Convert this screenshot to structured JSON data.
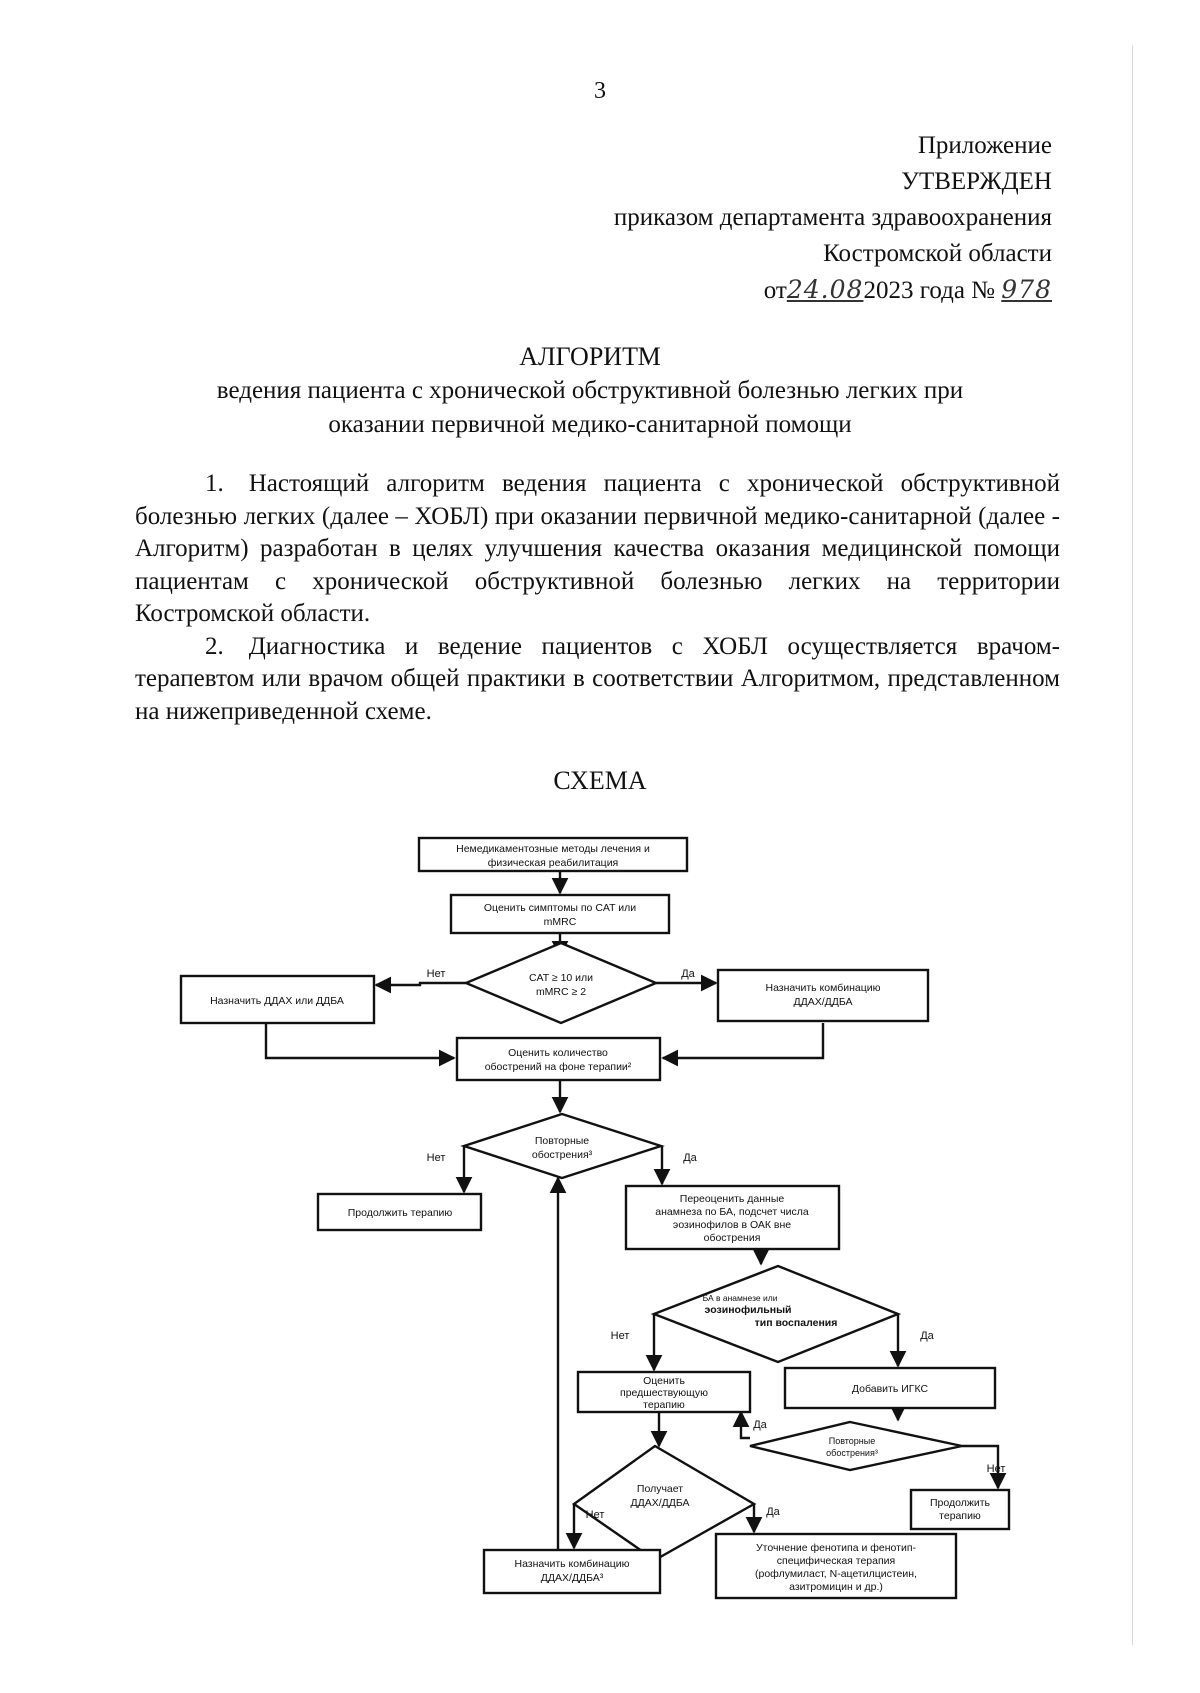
{
  "page_number": "3",
  "approval": {
    "line1": "Приложение",
    "line2": "УТВЕРЖДЕН",
    "line3": "приказом департамента здравоохранения",
    "line4": "Костромской области",
    "date_prefix": "от",
    "date_handwritten": "24.08",
    "date_suffix": "2023 года  №",
    "number_handwritten": "978"
  },
  "title": {
    "heading": "АЛГОРИТМ",
    "line1": "ведения пациента с хронической обструктивной болезнью легких при",
    "line2": "оказании первичной медико-санитарной помощи"
  },
  "paragraphs": [
    "1. Настоящий алгоритм ведения пациента с хронической обструктивной болезнью легких (далее – ХОБЛ) при оказании первичной медико-санитарной (далее - Алгоритм)  разработан в целях улучшения качества оказания медицинской помощи пациентам с хронической обструктивной болезнью легких на территории Костромской области.",
    "2. Диагностика и ведение пациентов с ХОБЛ осуществляется врачом-терапевтом или врачом общей практики в соответствии Алгоритмом, представленном на нижеприведенной схеме."
  ],
  "scheme_title": "СХЕМА",
  "flow": {
    "n1": [
      "Немедикаментозные методы лечения и",
      "физическая реабилитация"
    ],
    "n2": [
      "Оценить симптомы по CAT или",
      "mMRC"
    ],
    "d1": [
      "CAT ≥ 10 или",
      "mMRC ≥ 2"
    ],
    "n_left1": "Назначить ДДАХ или ДДБА",
    "n_right1": [
      "Назначить комбинацию",
      "ДДАХ/ДДБА"
    ],
    "n3": [
      "Оценить количество",
      "обострений на фоне терапии²"
    ],
    "d2": [
      "Повторные",
      "обострения³"
    ],
    "n_cont1": "Продолжить терапию",
    "n_reeval": [
      "Переоценить данные",
      "анамнеза по БА, подсчет числа",
      "эозинофилов в ОАК вне",
      "обострения"
    ],
    "d3": [
      "БА в анамнезе или",
      "эозино",
      "фильный",
      "тип воспаления"
    ],
    "d3_overlay": [
      "эозинофильный",
      "тип воспаления"
    ],
    "n_eval_prev": [
      "Оценить",
      "предшествующую",
      "терапию"
    ],
    "n_igks": "Добавить ИГКС",
    "d4": [
      "Повторные",
      "обострения³"
    ],
    "n_cont2": [
      "Продолжить",
      "терапию"
    ],
    "d5": [
      "Получает",
      "ДДАХ/ДДБА"
    ],
    "n_comb2": [
      "Назначить комбинацию",
      "ДДАХ/ДДБА³"
    ],
    "n_pheno": [
      "Уточнение фенотипа и фенотип-",
      "специфическая терапия",
      "(рофлумиласт, N-ацетилцистеин,",
      "азитромицин и др.)"
    ],
    "labels": {
      "no": "Нет",
      "yes": "Да"
    }
  }
}
